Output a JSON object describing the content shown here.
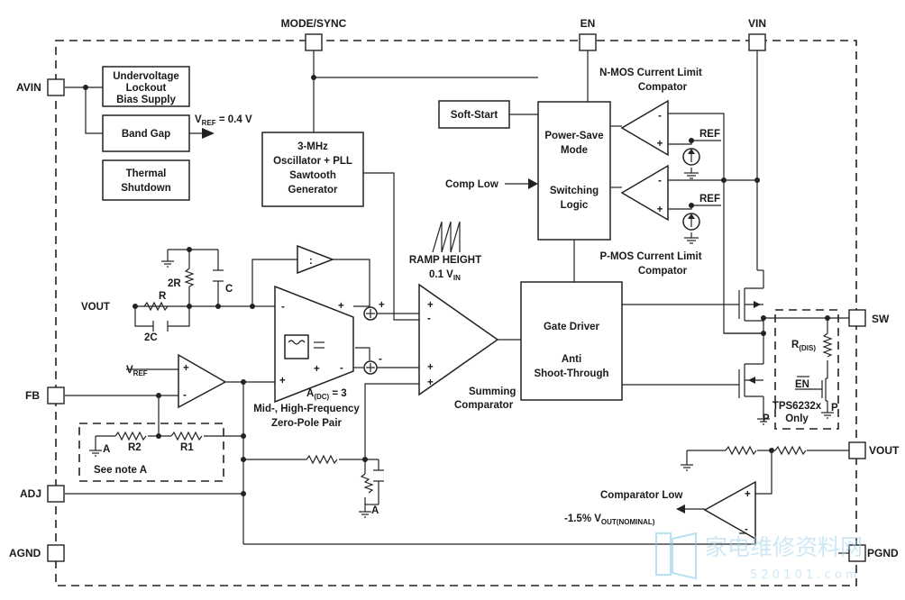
{
  "pins": {
    "mode_sync": "MODE/SYNC",
    "en": "EN",
    "vin": "VIN",
    "avin": "AVIN",
    "sw": "SW",
    "fb": "FB",
    "vout_right": "VOUT",
    "adj": "ADJ",
    "agnd": "AGND",
    "pgnd": "PGND"
  },
  "blocks": {
    "uvlo": [
      "Undervoltage",
      "Lockout",
      "Bias Supply"
    ],
    "bandgap": "Band Gap",
    "thermal": [
      "Thermal",
      "Shutdown"
    ],
    "oscillator": [
      "3-MHz",
      "Oscillator + PLL",
      "Sawtooth",
      "Generator"
    ],
    "softstart": "Soft-Start",
    "powersave": [
      "Power-Save",
      "Mode"
    ],
    "switching": [
      "Switching",
      "Logic"
    ],
    "gate_driver": "Gate Driver",
    "anti_shoot": [
      "Anti",
      "Shoot-Through"
    ]
  },
  "labels": {
    "vref_eq": "V<sub>REF</sub> = 0.4 V",
    "vref_sub": "REF",
    "vref_rest": " = 0.4 V",
    "v": "V",
    "nmos": [
      "N-MOS Current Limit",
      "Compator"
    ],
    "pmos": [
      "P-MOS Current Limit",
      "Compator"
    ],
    "ref1": "REF",
    "ref2": "REF",
    "comp_low_in": "Comp Low",
    "ramp": "RAMP HEIGHT",
    "ramp_val": "0.1 V",
    "ramp_sub": "IN",
    "summing": [
      "Summing",
      "Comparator"
    ],
    "adc": "A",
    "adc_sub": "(DC)",
    "adc_val": " = 3",
    "midhigh": [
      "Mid-, High-Frequency",
      "Zero-Pole Pair"
    ],
    "vout_left": "VOUT",
    "r": "R",
    "twor": "2R",
    "c": "C",
    "twoc": "2C",
    "r2": "R2",
    "r1": "R1",
    "a1": "A",
    "a2": "A",
    "see_note": "See note A",
    "rdis": "R",
    "rdis_sub": "(DIS)",
    "en_bar": "EN",
    "tps": [
      "TPS6232x",
      "Only"
    ],
    "p1": "P",
    "p2": "P",
    "comparator_low": "Comparator Low",
    "vout_nominal": "-1.5% V",
    "vout_nominal_sub": "OUT(NOMINAL)",
    "plus": "+",
    "minus": "-"
  },
  "watermark": {
    "cn": "家电维修资料网",
    "url": "5 2 0 1 0 1 . c o m"
  }
}
